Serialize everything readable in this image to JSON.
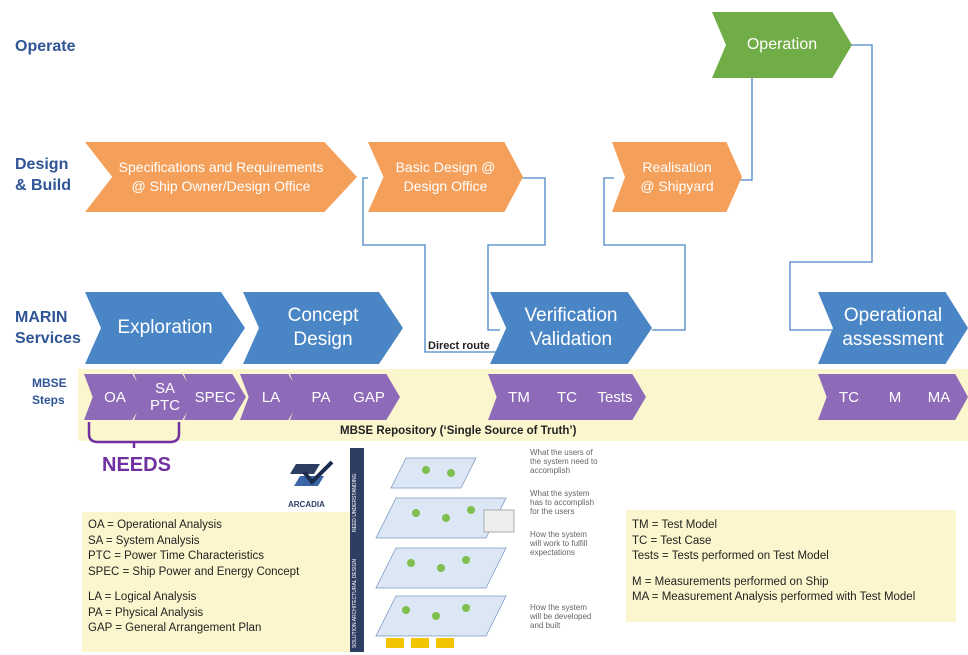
{
  "rows": {
    "operate": "Operate",
    "design_build": "Design\n& Build",
    "marin": "MARIN\nServices",
    "mbse": "MBSE\nSteps"
  },
  "operate_row": {
    "operation": "Operation"
  },
  "design_row": {
    "spec_req": "Specifications and Requirements\n@ Ship Owner/Design Office",
    "basic_design": "Basic Design @\nDesign Office",
    "realisation": "Realisation\n@ Shipyard"
  },
  "marin_row": {
    "exploration": "Exploration",
    "concept_design": "Concept\nDesign",
    "verification": "Verification\nValidation",
    "operational": "Operational\nassessment"
  },
  "direct_route": "Direct route",
  "mbse_steps": {
    "group1": [
      "OA",
      "SA\nPTC",
      "SPEC"
    ],
    "group2": [
      "LA",
      "PA",
      "GAP"
    ],
    "group3": [
      "TM",
      "TC",
      "Tests"
    ],
    "group4": [
      "TC",
      "M",
      "MA"
    ]
  },
  "repository": "MBSE Repository (‘Single Source of Truth’)",
  "needs": "NEEDS",
  "arcadia": {
    "logo_text": "ARCADIA",
    "side_labels": [
      "NEED UNDERSTANDING",
      "SOLUTION ARCHITECTURAL DESIGN"
    ],
    "notes": [
      "What the users of\nthe system need to\naccomplish",
      "What the system\nhas to accomplish\nfor the users",
      "How the system\nwill work to fulfill\nexpectations",
      "How the system\nwill be developed\nand built"
    ]
  },
  "legend_left": [
    "OA = Operational Analysis",
    "SA = System Analysis",
    "PTC = Power Time Characteristics",
    "SPEC = Ship Power and Energy Concept",
    "",
    "LA = Logical Analysis",
    "PA = Physical Analysis",
    "GAP = General Arrangement Plan"
  ],
  "legend_right": [
    "TM = Test Model",
    "TC = Test Case",
    "Tests = Tests performed on Test Model",
    "",
    "M = Measurements performed on Ship",
    "MA = Measurement Analysis performed with Test Model"
  ],
  "colors": {
    "row_label": "#2f5597",
    "orange": "#f4a05b",
    "blue": "#4a86c5",
    "green": "#70ad47",
    "purple": "#8e6bb9",
    "band": "#fbf6cd",
    "connector": "#4a86c5",
    "needs": "#7030a0"
  }
}
